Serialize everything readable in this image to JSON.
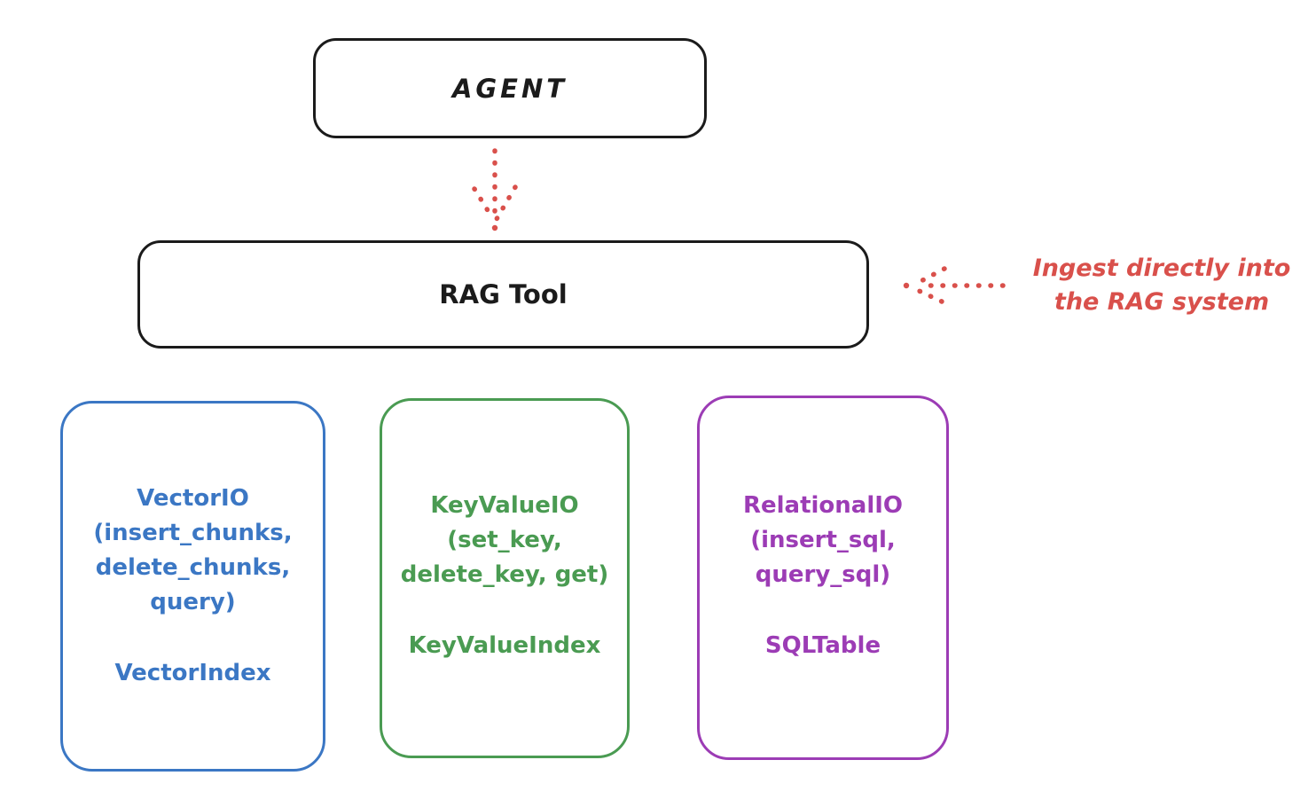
{
  "diagram": {
    "agent": {
      "label": "AGENT"
    },
    "rag_tool": {
      "label": "RAG Tool"
    },
    "annotation": {
      "line1": "Ingest directly into",
      "line2": "the RAG system",
      "color": "#d9504b"
    },
    "arrows": [
      {
        "name": "agent-to-rag-tool-arrow",
        "style": "dotted",
        "direction": "down",
        "color": "#d9504b"
      },
      {
        "name": "annotation-to-rag-tool-arrow",
        "style": "dotted",
        "direction": "left",
        "color": "#d9504b"
      }
    ],
    "storage_boxes": [
      {
        "title": "VectorIO",
        "method_lines": [
          "(insert_chunks,",
          "delete_chunks,",
          "query)"
        ],
        "index_label": "VectorIndex",
        "color": "#3b77c4"
      },
      {
        "title": "KeyValueIO",
        "method_lines": [
          "(set_key,",
          "delete_key, get)"
        ],
        "index_label": "KeyValueIndex",
        "color": "#4a9b52"
      },
      {
        "title": "RelationalIO",
        "method_lines": [
          "(insert_sql,",
          "query_sql)"
        ],
        "index_label": "SQLTable",
        "color": "#9c3cb5"
      }
    ],
    "colors": {
      "stroke_black": "#1b1b1b",
      "accent_red": "#d9504b",
      "vector_blue": "#3b77c4",
      "keyvalue_green": "#4a9b52",
      "relational_purple": "#9c3cb5",
      "background": "#ffffff"
    }
  }
}
